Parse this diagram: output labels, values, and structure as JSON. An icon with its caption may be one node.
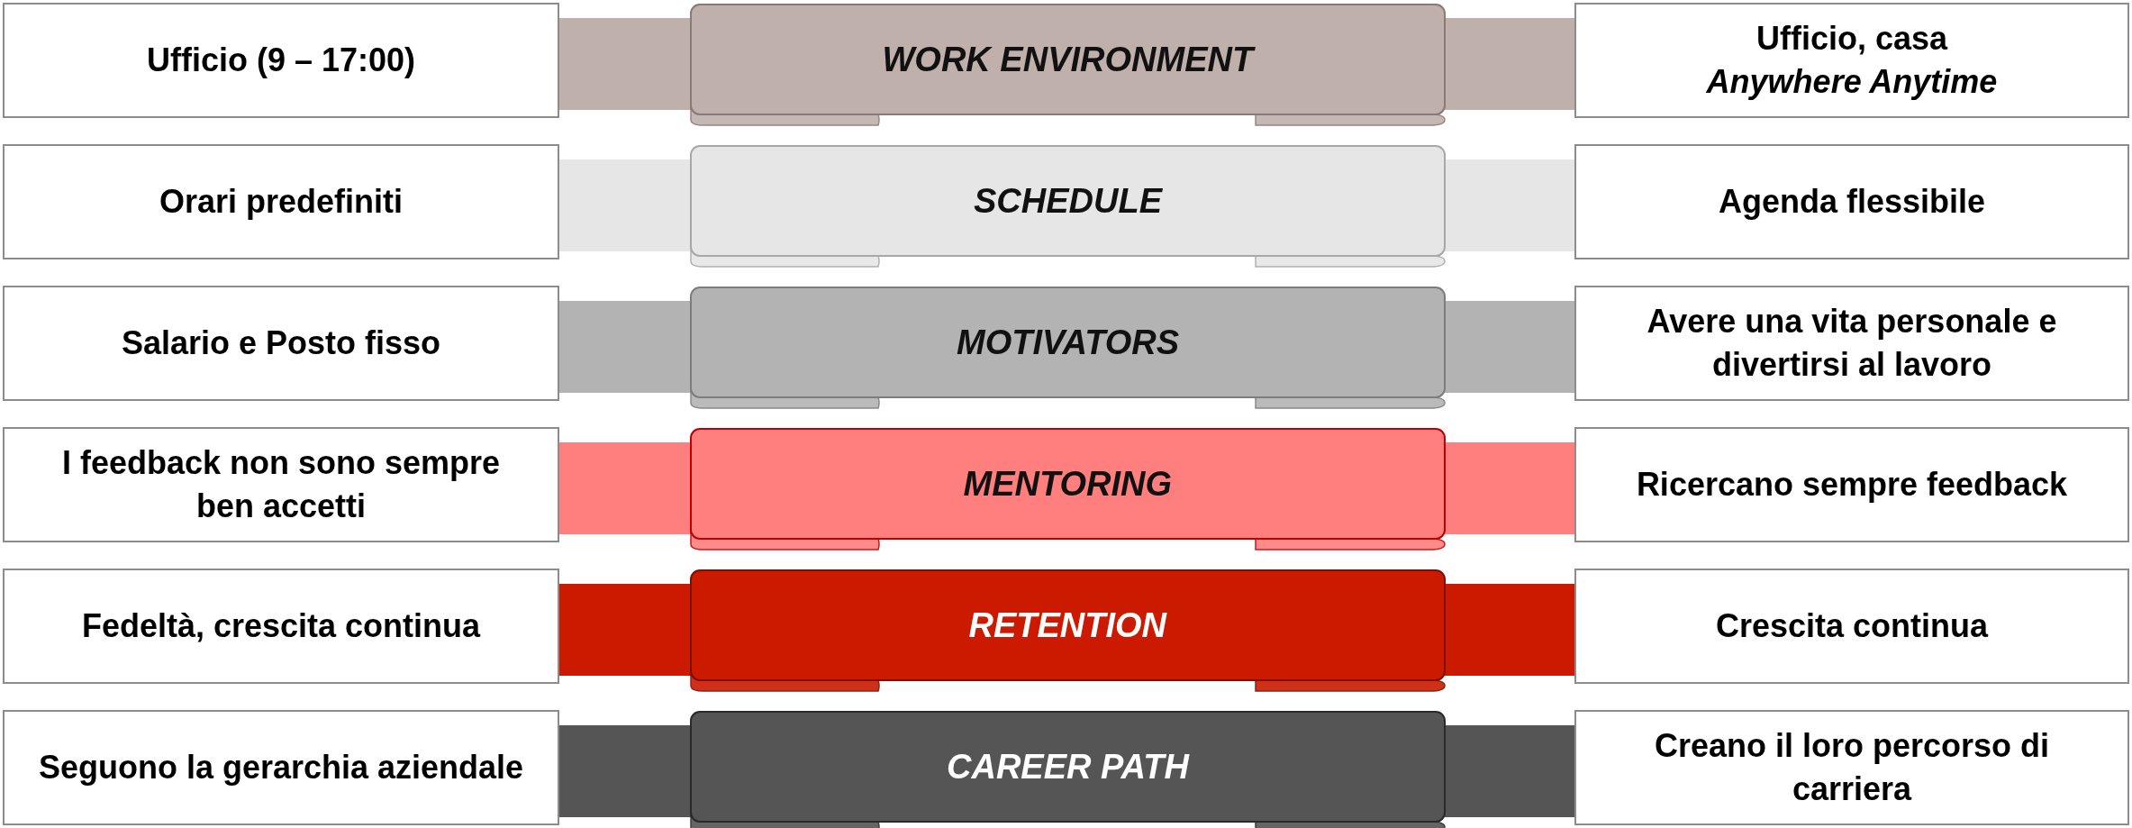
{
  "diagram": {
    "nodes": [
      {
        "text": [
          "Ufficio (9 – 17:00)"
        ]
      },
      {
        "text": [
          "WORK ENVIRONMENT"
        ]
      },
      {
        "text": [
          "Ufficio, casa",
          "Anywhere Anytime"
        ]
      },
      {
        "text": [
          "Orari predefiniti"
        ]
      },
      {
        "text": [
          "SCHEDULE"
        ]
      },
      {
        "text": [
          "Agenda flessibile"
        ]
      },
      {
        "text": [
          "Salario e Posto fisso"
        ]
      },
      {
        "text": [
          "MOTIVATORS"
        ]
      },
      {
        "text": [
          "Avere una vita personale e divertirsi al lavoro"
        ]
      },
      {
        "text": [
          "I feedback non sono sempre ben accetti"
        ]
      },
      {
        "text": [
          "MENTORING"
        ]
      },
      {
        "text": [
          "Ricercano sempre feedback"
        ]
      },
      {
        "text": [
          "Fedeltà, crescita continua"
        ]
      },
      {
        "text": [
          "RETENTION"
        ]
      },
      {
        "text": [
          "Crescita continua"
        ]
      },
      {
        "text": [
          "Seguono la gerarchia aziendale"
        ]
      },
      {
        "text": [
          "CAREER PATH"
        ]
      },
      {
        "text": [
          "Creano il loro percorso di carriera"
        ]
      }
    ],
    "edges": []
  }
}
